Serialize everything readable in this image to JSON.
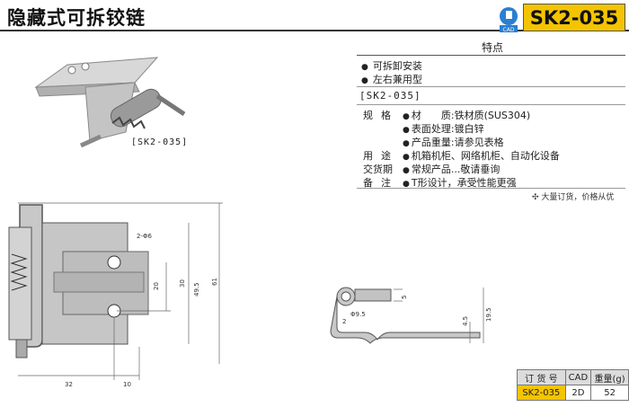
{
  "header": {
    "title": "隐藏式可拆铰链",
    "cad_label": "CAD",
    "code": "SK2-035"
  },
  "features": {
    "heading": "特点",
    "items": [
      "可拆卸安装",
      "左右兼用型"
    ]
  },
  "spec_model": "[SK2-035]",
  "specs": {
    "spec_label": "规格",
    "material": "材　　质:铁材质(SUS304)",
    "surface": "表面处理:镀白锌",
    "weight": "产品重量:请参见表格",
    "usage_label": "用途",
    "usage": "机箱机柜、网络机柜、自动化设备",
    "delivery_label": "交货期",
    "delivery": "常规产品...敬请垂询",
    "notes_label": "备注",
    "notes": "T形设计，承受性能更强"
  },
  "bulk_note": "大量订货，价格从优",
  "photo_caption": "[SK2-035]",
  "dimensions": {
    "hole": "2-Φ6",
    "d20": "20",
    "d30": "30",
    "d49": "49.5",
    "d61": "61",
    "d32": "32",
    "d10": "10",
    "d5": "5",
    "d2": "2",
    "dphi": "Φ9.5",
    "d45": "4.5",
    "d195": "19.5"
  },
  "order_table": {
    "headers": [
      "订 货 号",
      "CAD",
      "重量(g)"
    ],
    "rows": [
      [
        "SK2-035",
        "2D",
        "52"
      ]
    ]
  }
}
